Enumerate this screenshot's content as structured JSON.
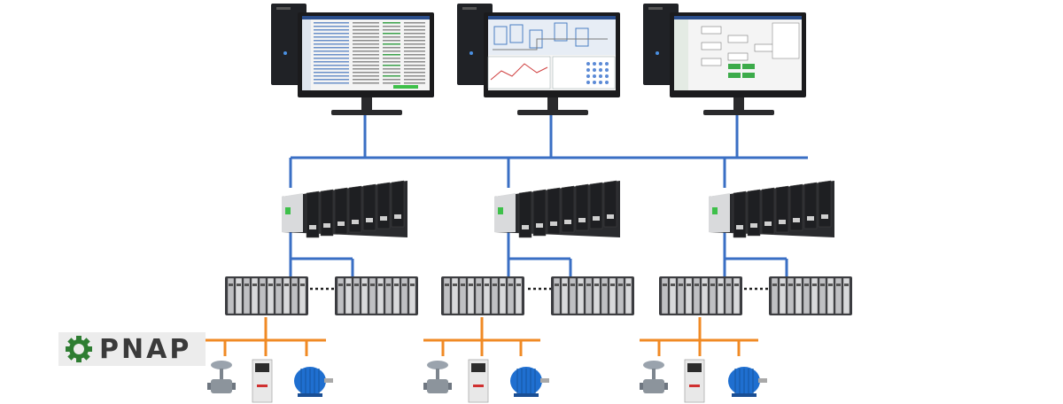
{
  "brand": {
    "logo_text": "PNAP",
    "logo_icon": "gear-icon"
  },
  "colors": {
    "network_bus": "#3a6fc4",
    "field_bus": "#f08a24",
    "monitor_bezel": "#1b1b1d",
    "tower": "#202226",
    "controller_dark": "#1e1f22",
    "controller_light": "#d9dadc",
    "motor": "#1f6fd0",
    "logo_bg": "#ececec",
    "logo_text": "#3a3a3a",
    "logo_gear": "#2e7d32"
  },
  "workstations": [
    {
      "name": "workstation-1",
      "screen": "alarm-list"
    },
    {
      "name": "workstation-2",
      "screen": "process-graphics"
    },
    {
      "name": "workstation-3",
      "screen": "control-logic"
    }
  ],
  "field_devices": [
    "control-valve-icon",
    "drive-icon",
    "motor-icon"
  ]
}
